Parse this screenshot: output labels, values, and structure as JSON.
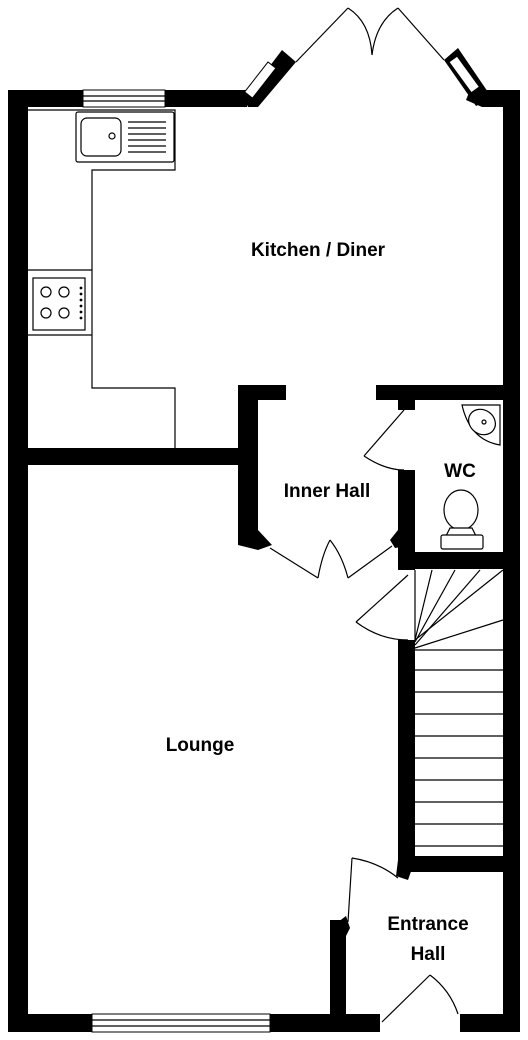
{
  "rooms": {
    "kitchen": "Kitchen / Diner",
    "inner_hall": "Inner Hall",
    "wc": "WC",
    "lounge": "Lounge",
    "entrance_line1": "Entrance",
    "entrance_line2": "Hall"
  },
  "colors": {
    "wall": "#000000",
    "background": "#ffffff"
  },
  "fixtures": [
    "sink-icon",
    "hob-icon",
    "basin-icon",
    "toilet-icon",
    "staircase"
  ]
}
